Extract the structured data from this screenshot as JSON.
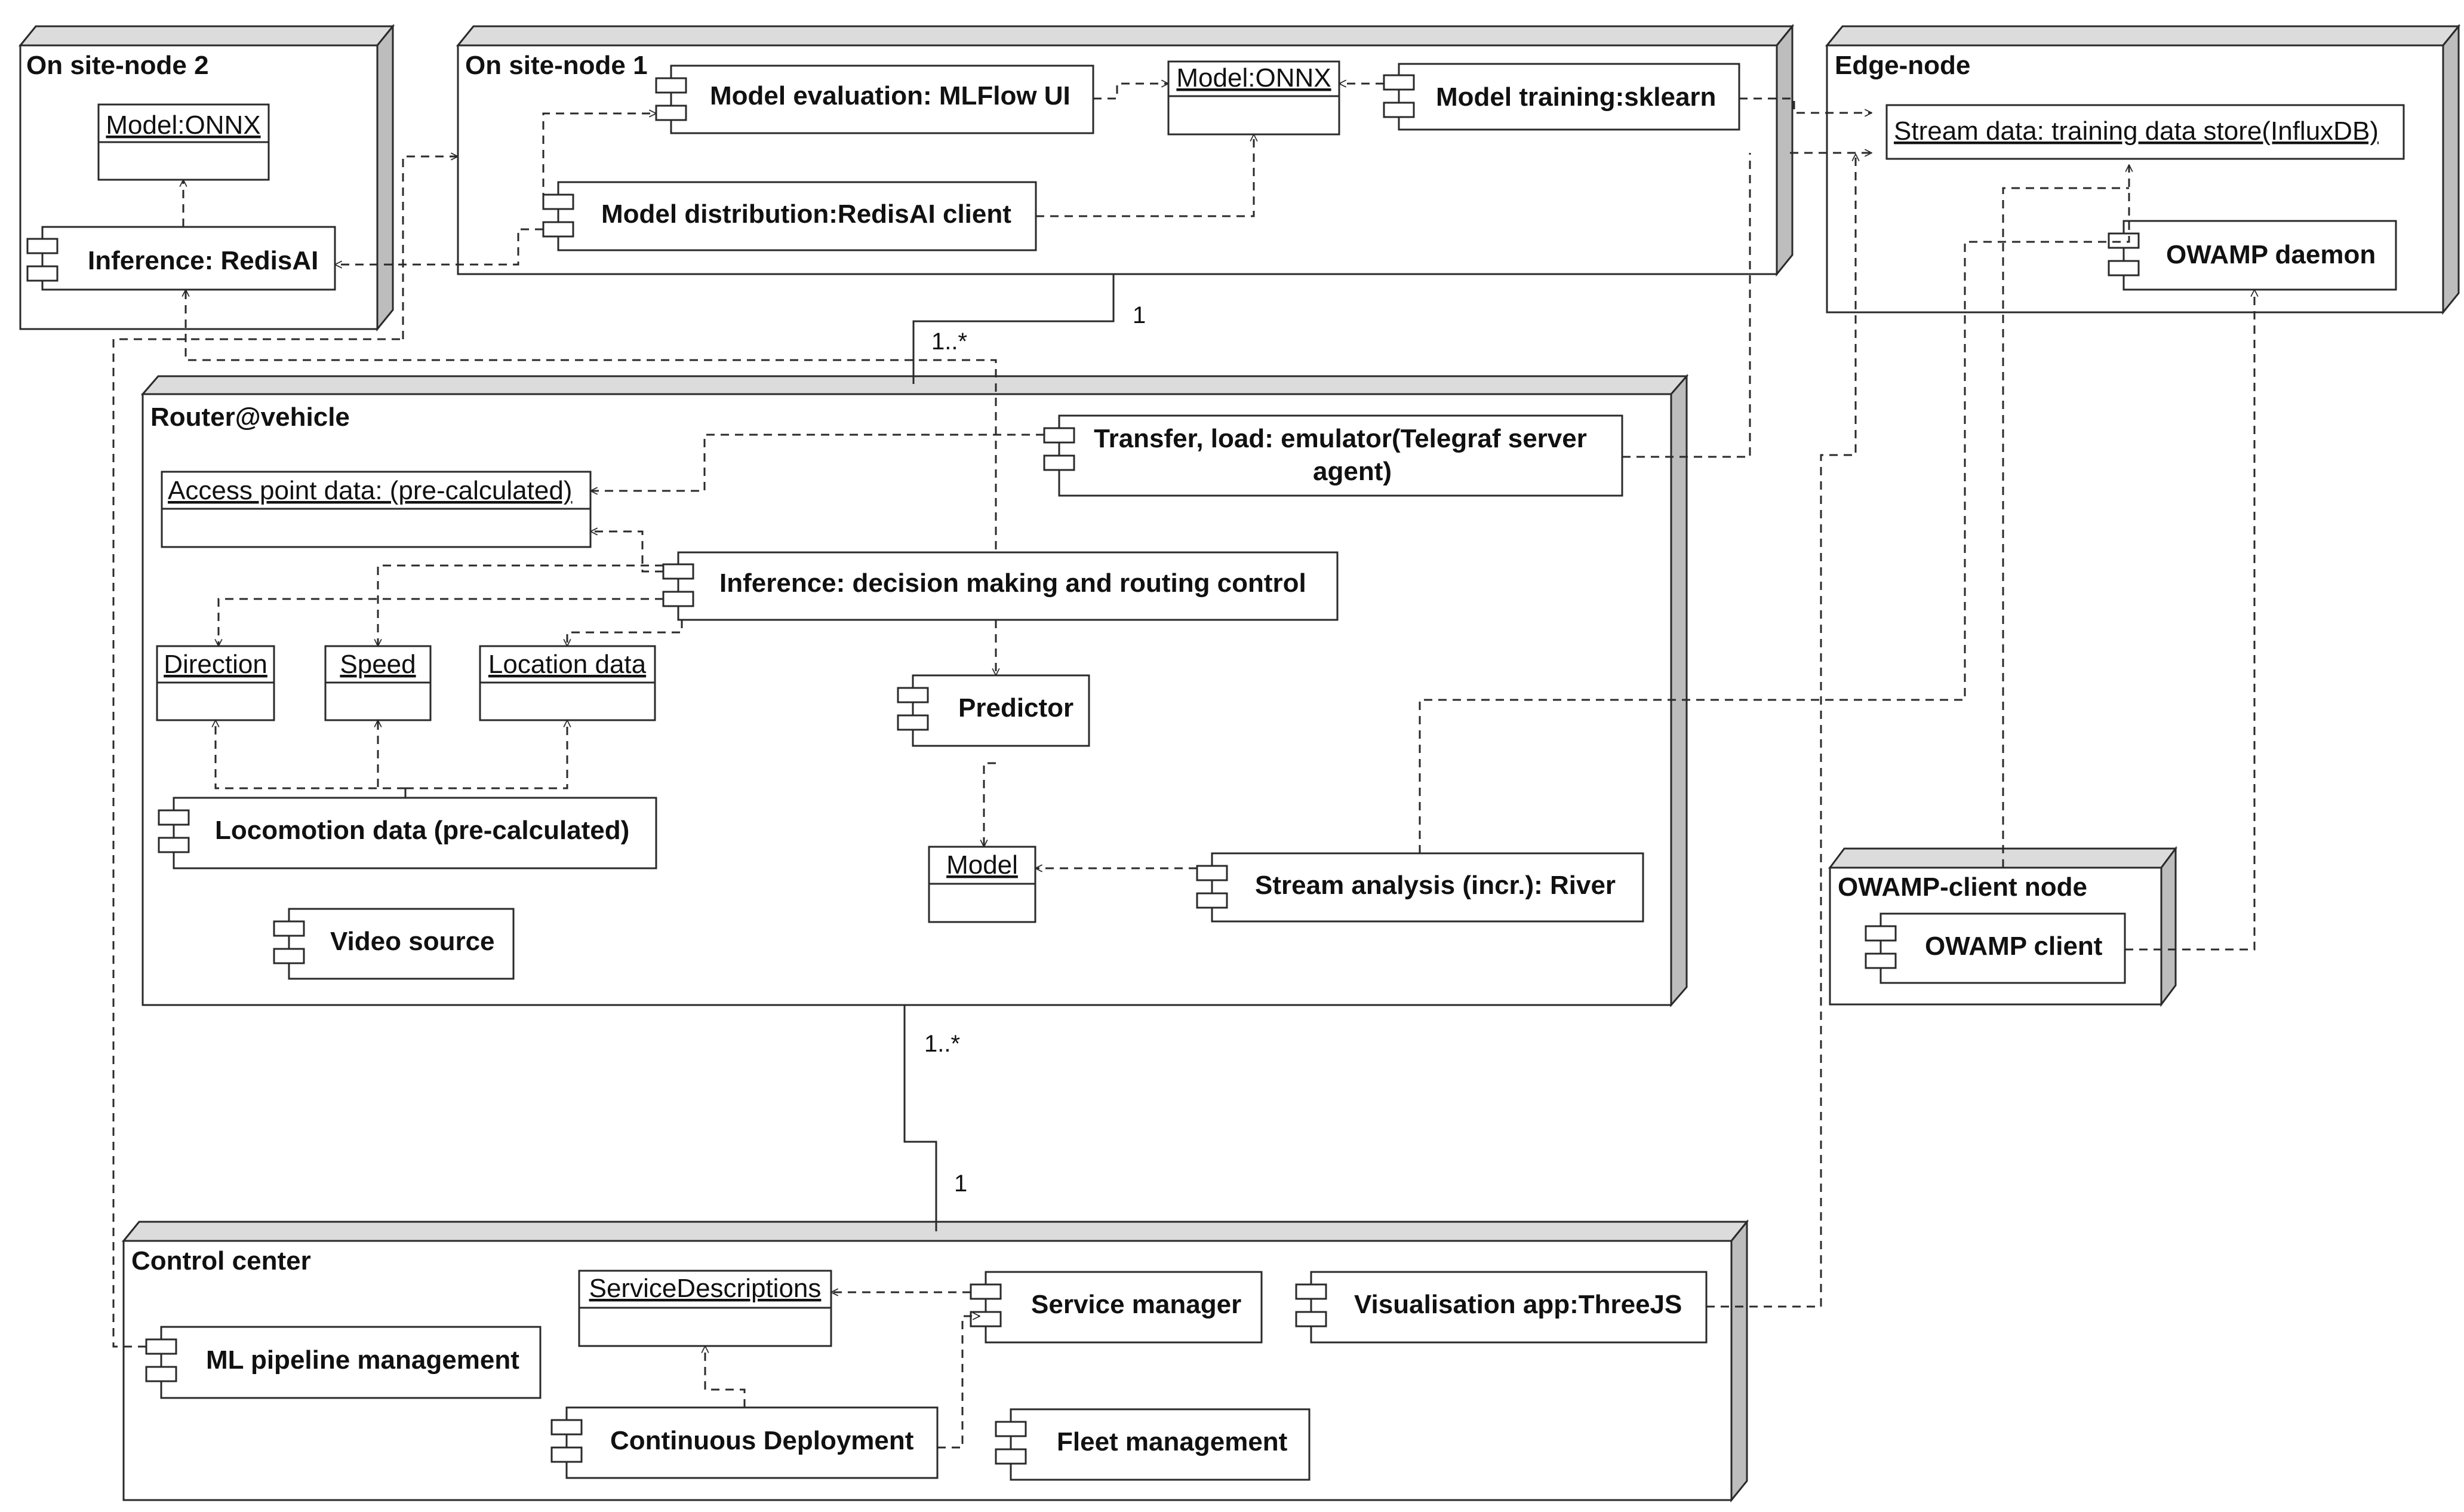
{
  "nodes": {
    "onsite2": {
      "title": "On site-node 2"
    },
    "onsite1": {
      "title": "On site-node 1"
    },
    "edge": {
      "title": "Edge-node"
    },
    "router": {
      "title": "Router@vehicle"
    },
    "owamp_client_node": {
      "title": "OWAMP-client node"
    },
    "control": {
      "title": "Control center"
    }
  },
  "components": {
    "inference_redisai": "Inference: RedisAI",
    "model_evaluation": "Model evaluation: MLFlow UI",
    "model_training": "Model training:sklearn",
    "model_distribution": "Model distribution:RedisAI client",
    "owamp_daemon": "OWAMP daemon",
    "transfer_load_line1": "Transfer, load: emulator(Telegraf server",
    "transfer_load_line2": "agent)",
    "inference_decision": "Inference: decision making and routing control",
    "predictor": "Predictor",
    "locomotion": "Locomotion data (pre-calculated)",
    "video_source": "Video source",
    "stream_analysis": "Stream analysis (incr.): River",
    "owamp_client": "OWAMP client",
    "ml_pipeline": "ML pipeline management",
    "service_manager": "Service manager",
    "visualisation_app": "Visualisation app:ThreeJS",
    "continuous_deployment": "Continuous Deployment",
    "fleet_management": "Fleet management"
  },
  "artifacts": {
    "model_onnx_site2": "Model:ONNX",
    "model_onnx_site1": "Model:ONNX",
    "stream_data": "Stream data: training data store(InfluxDB)",
    "access_point": "Access point data: (pre-calculated)",
    "direction": "Direction",
    "speed": "Speed",
    "location": "Location data",
    "model": "Model",
    "service_descriptions": "ServiceDescriptions"
  },
  "multiplicities": {
    "site1_one": "1",
    "router_top_many": "1..*",
    "router_bottom_many": "1..*",
    "control_one": "1"
  },
  "colors": {
    "line": "#2a2a2a",
    "node_fill": "#ffffff",
    "node_side": "#bdbdbd",
    "node_top": "#dcdcdc"
  }
}
